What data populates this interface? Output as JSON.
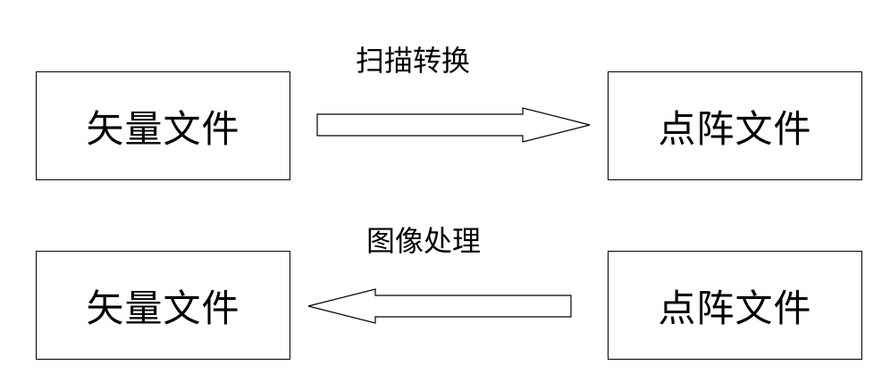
{
  "diagram": {
    "top_row": {
      "source_label": "矢量文件",
      "target_label": "点阵文件",
      "arrow_caption": "扫描转换"
    },
    "bottom_row": {
      "source_label": "点阵文件",
      "target_label": "矢量文件",
      "arrow_caption": "图像处理"
    }
  }
}
